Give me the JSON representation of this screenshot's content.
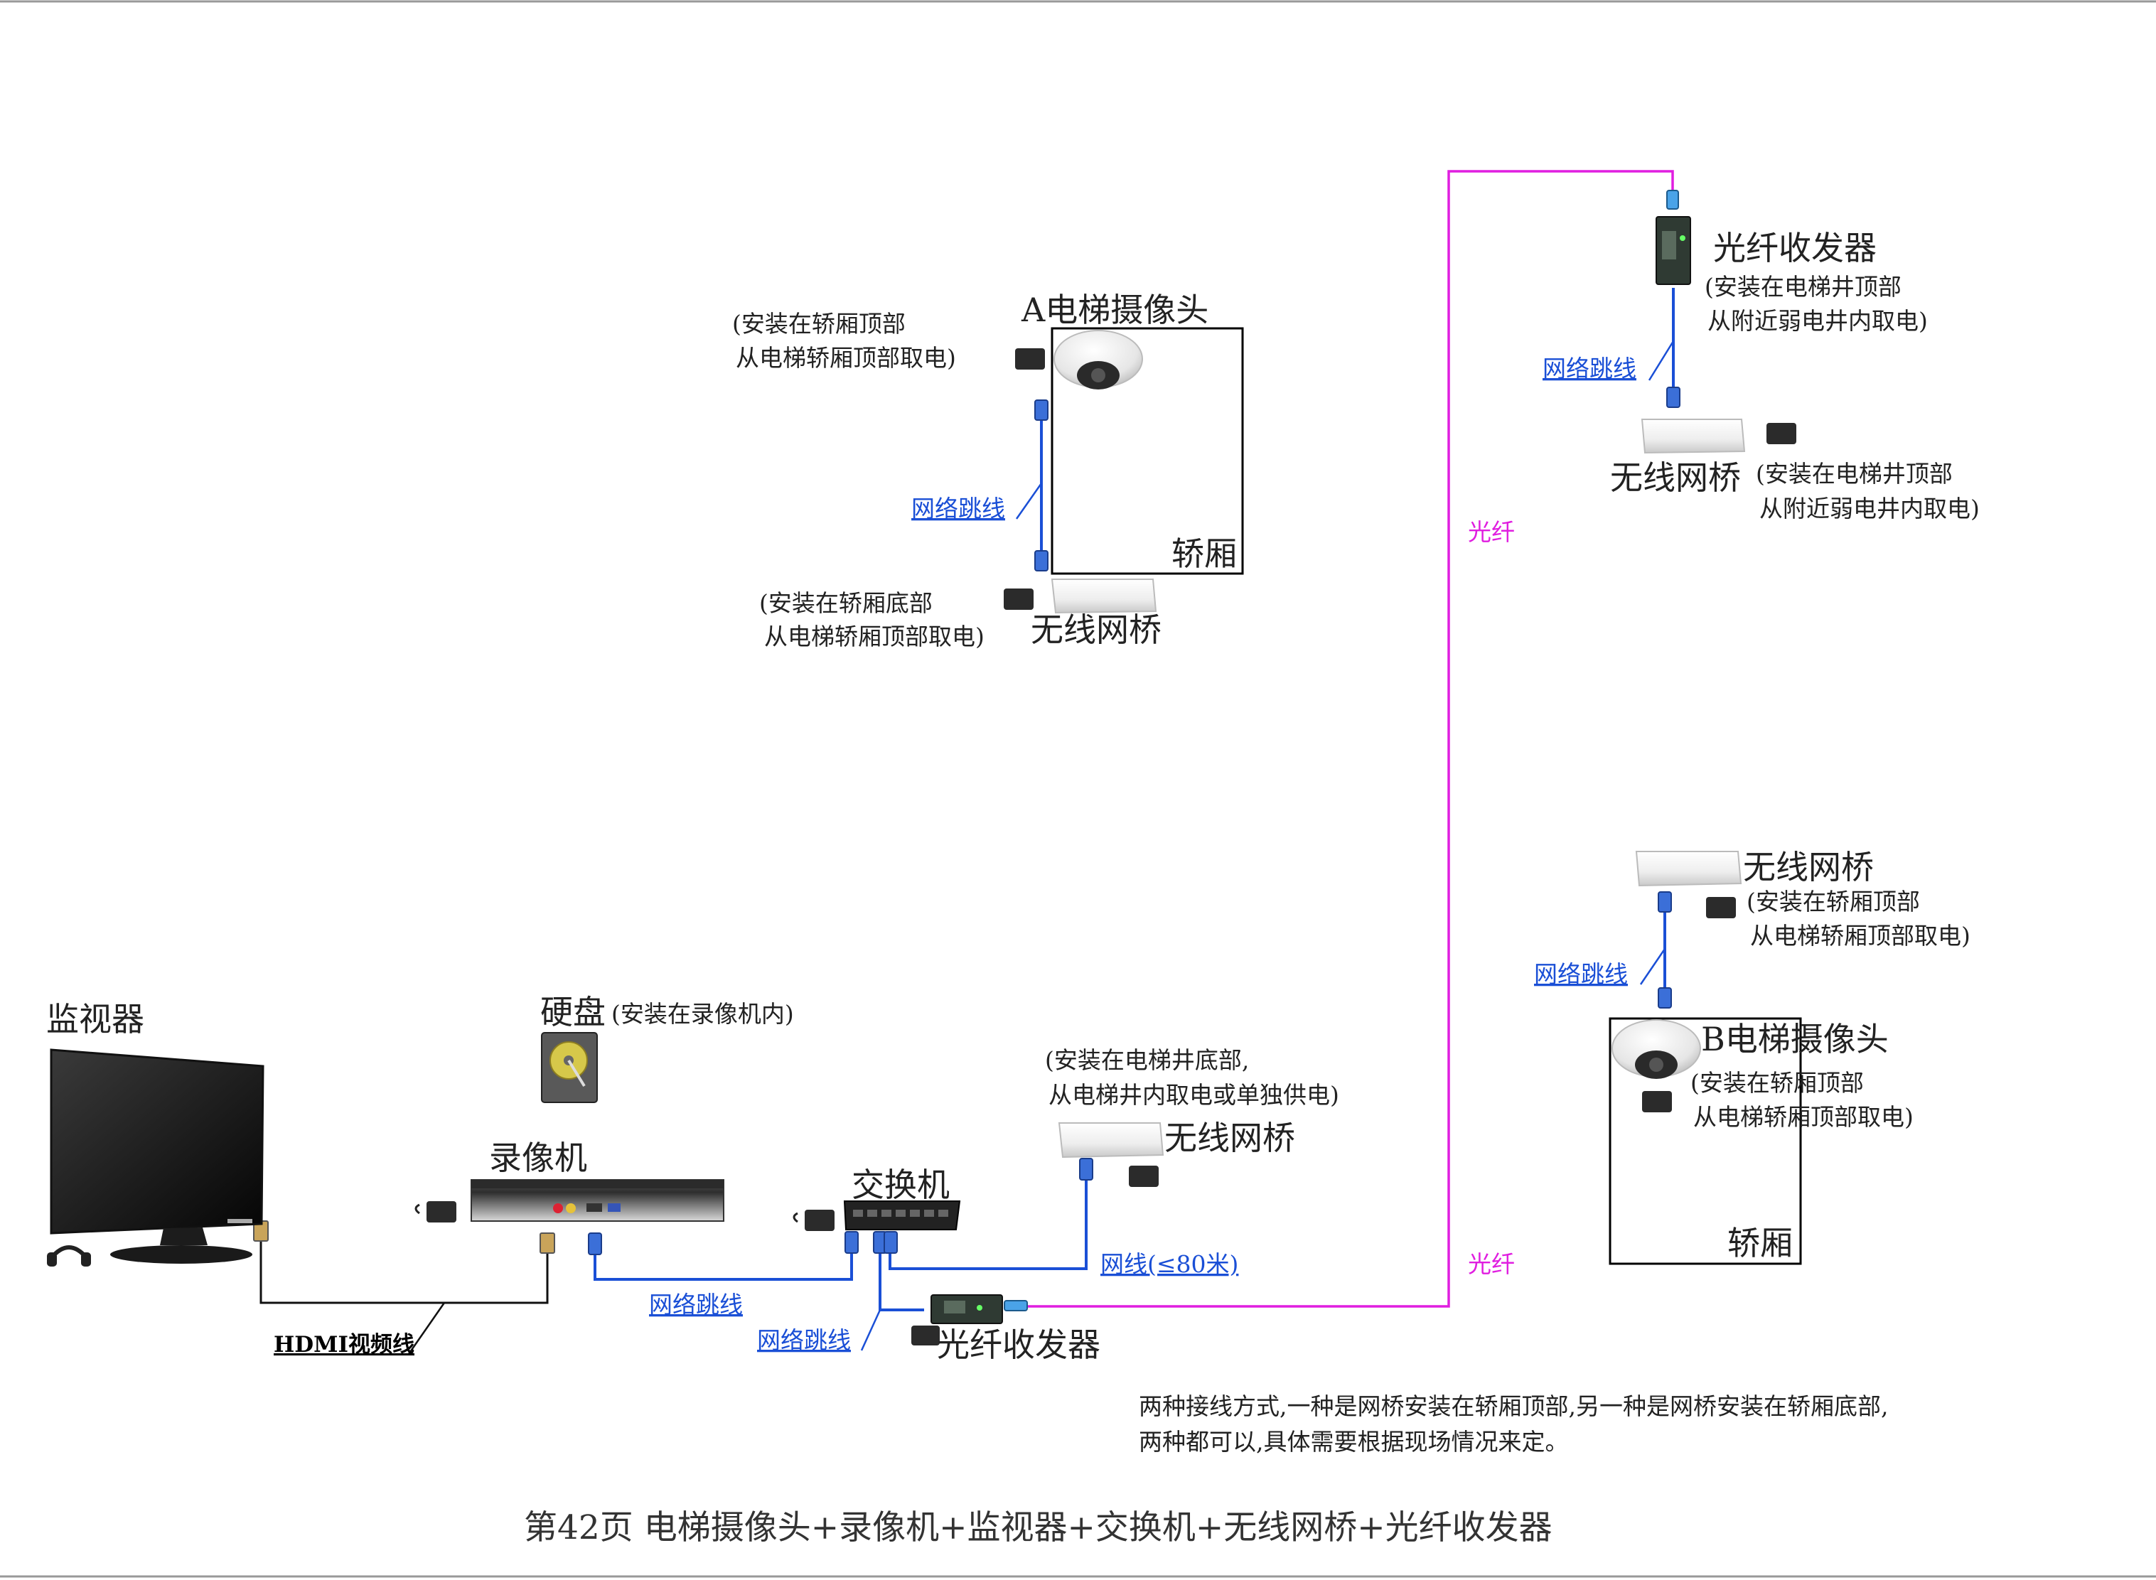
{
  "devices": {
    "monitor": "监视器",
    "hard_disk": "硬盘",
    "hard_disk_note": "(安装在录像机内)",
    "nvr": "录像机",
    "switch": "交换机",
    "fiber_transceiver_bottom": "光纤收发器",
    "bridge_shaft_bottom": "无线网桥",
    "bridge_shaft_bottom_note": [
      "(安装在电梯井底部,",
      "从电梯井内取电或单独供电)"
    ],
    "camera_a": "A电梯摄像头",
    "camera_a_note": [
      "(安装在轿厢顶部",
      "从电梯轿厢顶部取电)"
    ],
    "cabin_a": "轿厢",
    "bridge_a": "无线网桥",
    "bridge_a_note": [
      "(安装在轿厢底部",
      "从电梯轿厢顶部取电)"
    ],
    "fiber_transceiver_top": "光纤收发器",
    "fiber_transceiver_top_note": [
      "(安装在电梯井顶部",
      "从附近弱电井内取电)"
    ],
    "bridge_shaft_top": "无线网桥",
    "bridge_shaft_top_note": [
      "(安装在电梯井顶部",
      "从附近弱电井内取电)"
    ],
    "bridge_b": "无线网桥",
    "bridge_b_note": [
      "(安装在轿厢顶部",
      "从电梯轿厢顶部取电)"
    ],
    "camera_b": "B电梯摄像头",
    "camera_b_note": [
      "(安装在轿厢顶部",
      "从电梯轿厢顶部取电)"
    ],
    "cabin_b": "轿厢"
  },
  "cables": {
    "hdmi": "HDMI视频线",
    "patch_nvr_switch": "网络跳线",
    "patch_switch_fiber": "网络跳线",
    "ethernet_80m": "网线(≤80米)",
    "patch_a": "网络跳线",
    "patch_top": "网络跳线",
    "patch_b": "网络跳线",
    "fiber_upper": "光纤",
    "fiber_lower": "光纤"
  },
  "description": [
    "两种接线方式,一种是网桥安装在轿厢顶部,另一种是网桥安装在轿厢底部,",
    "两种都可以,具体需要根据现场情况来定。"
  ],
  "footer": "第42页 电梯摄像头+录像机+监视器+交换机+无线网桥+光纤收发器",
  "colors": {
    "network_cable": "#1a4fd6",
    "fiber": "#e01ee0",
    "hdmi_cable": "#111111"
  }
}
